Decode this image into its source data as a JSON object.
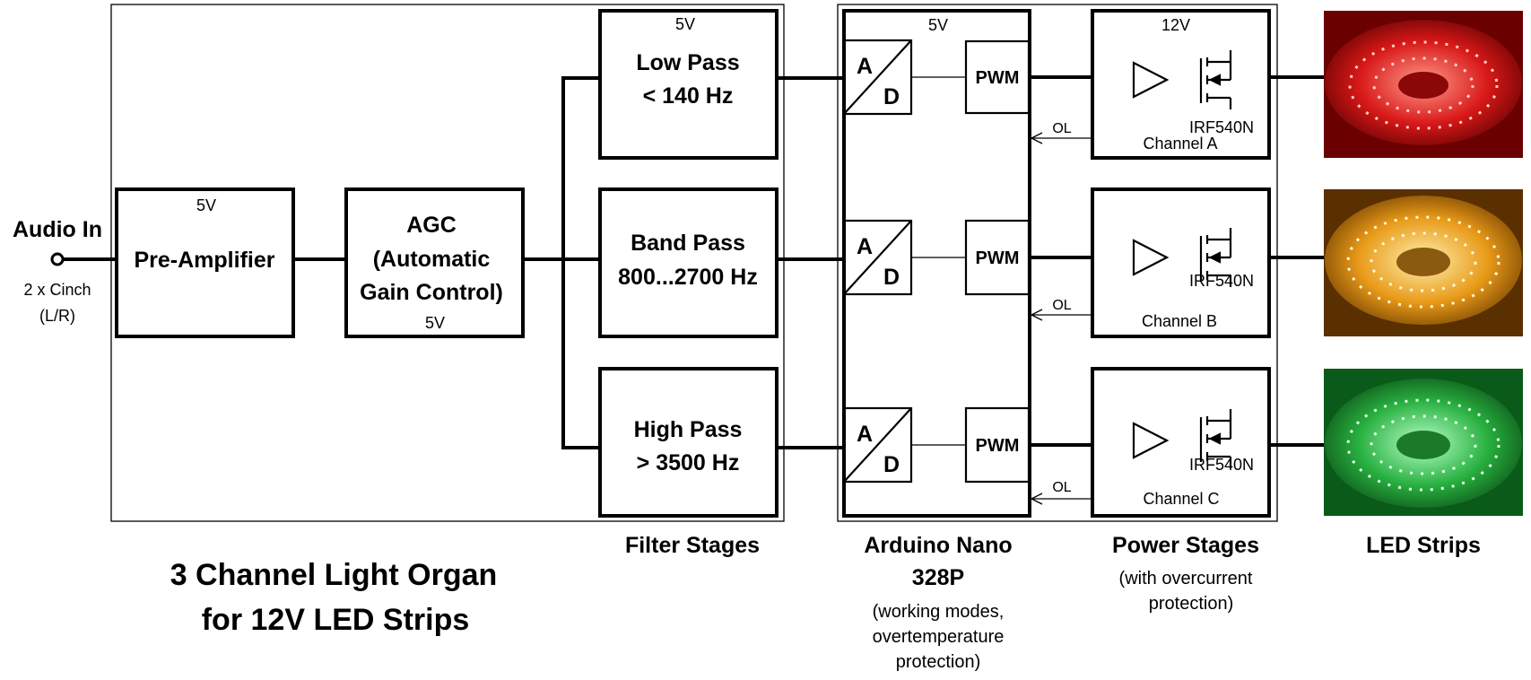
{
  "input": {
    "title": "Audio In",
    "connector_line1": "2 x Cinch",
    "connector_line2": "(L/R)"
  },
  "preamp": {
    "voltage": "5V",
    "label": "Pre-Amplifier"
  },
  "agc": {
    "line1": "AGC",
    "line2": "(Automatic",
    "line3": "Gain Control)",
    "voltage": "5V"
  },
  "filters": {
    "low": {
      "voltage": "5V",
      "line1": "Low Pass",
      "line2": "< 140 Hz"
    },
    "band": {
      "line1": "Band Pass",
      "line2": "800...2700 Hz"
    },
    "high": {
      "line1": "High Pass",
      "line2": "> 3500 Hz"
    },
    "caption": "Filter Stages"
  },
  "arduino": {
    "voltage": "5V",
    "adc_a": "A",
    "adc_d": "D",
    "pwm": "PWM",
    "overload": "OL",
    "caption_line1": "Arduino Nano",
    "caption_line2": "328P",
    "sub_line1": "(working modes,",
    "sub_line2": "overtemperature",
    "sub_line3": "protection)"
  },
  "power": {
    "voltage": "12V",
    "transistor": "IRF540N",
    "channels": [
      "Channel A",
      "Channel B",
      "Channel C"
    ],
    "caption": "Power Stages",
    "sub_line1": "(with overcurrent",
    "sub_line2": "protection)"
  },
  "led": {
    "caption": "LED Strips",
    "colors": [
      "#c81010",
      "#e89018",
      "#28b040"
    ]
  },
  "title": {
    "line1": "3 Channel Light Organ",
    "line2": "for 12V LED Strips"
  }
}
